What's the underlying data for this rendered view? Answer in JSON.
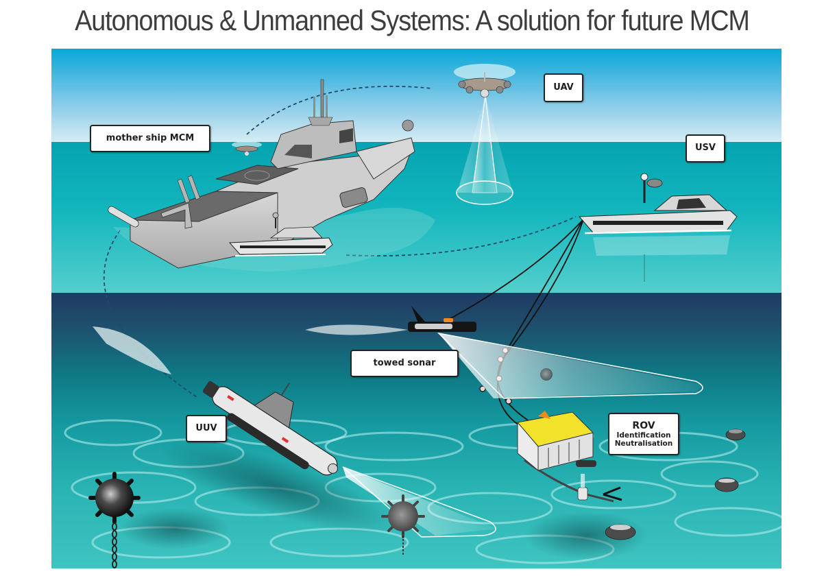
{
  "title": "Autonomous & Unmanned Systems: A solution for future MCM",
  "colors": {
    "sky_top": "#08a8d8",
    "sky_bottom": "#d6ecf3",
    "sea_surface": "#12b6bd",
    "underwater_top": "#1f3a63",
    "underwater_bottom": "#3fc4c1",
    "rov_body": "#f2e22a",
    "sonar_accent": "#f08a1c",
    "label_border": "#222222"
  },
  "labels": {
    "mother_ship": "mother ship MCM",
    "uav": "UAV",
    "usv": "USV",
    "towed_sonar": "towed sonar",
    "uuv": "UUV",
    "rov": {
      "title": "ROV",
      "line1": "Identification",
      "line2": "Neutralisation"
    }
  }
}
